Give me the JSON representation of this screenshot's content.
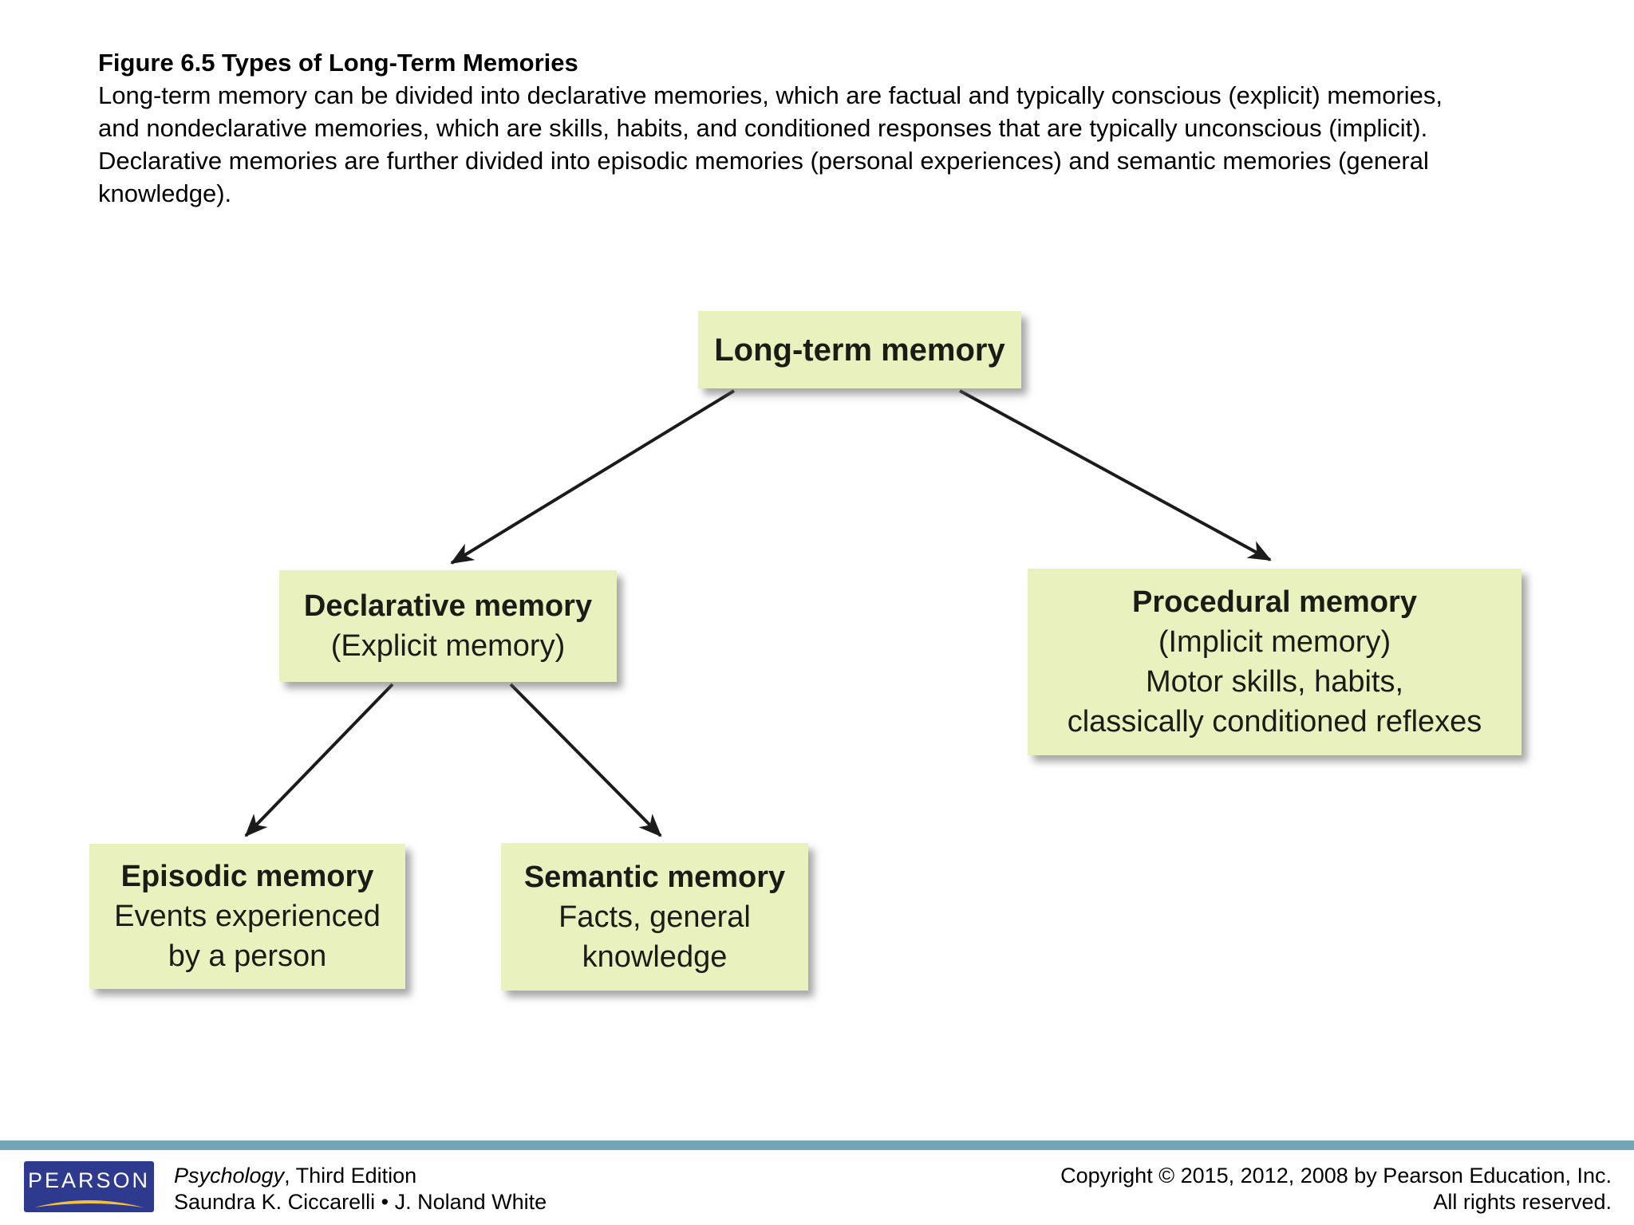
{
  "header": {
    "figure_title": "Figure 6.5 Types of Long-Term Memories",
    "description": "Long-term memory can be divided into declarative memories, which are factual and typically conscious (explicit) memories, and nondeclarative memories, which are skills, habits, and conditioned responses that are typically unconscious (implicit). Declarative memories are further divided into episodic memories (personal experiences) and semantic memories (general knowledge)."
  },
  "diagram": {
    "nodes": {
      "long_term": {
        "lines": [
          "Long-term memory"
        ]
      },
      "declarative": {
        "lines": [
          "Declarative memory",
          "(Explicit memory)"
        ]
      },
      "procedural": {
        "lines": [
          "Procedural memory",
          "(Implicit memory)",
          "Motor skills, habits,",
          "classically conditioned reflexes"
        ]
      },
      "episodic": {
        "lines": [
          "Episodic memory",
          "Events experienced",
          "by a person"
        ]
      },
      "semantic": {
        "lines": [
          "Semantic memory",
          "Facts, general",
          "knowledge"
        ]
      }
    },
    "colors": {
      "box_fill": "#e9f1bf",
      "box_text": "#1a1c16",
      "arrow": "#1b1b1b"
    }
  },
  "footer": {
    "logo_text": "PEARSON",
    "book_title_italic": "Psychology",
    "book_title_rest": ", Third Edition",
    "authors": "Saundra K. Ciccarelli • J. Noland White",
    "copyright_line1": "Copyright © 2015, 2012, 2008 by Pearson Education, Inc.",
    "copyright_line2": "All rights reserved.",
    "colors": {
      "divider_bar": "#73a6b4",
      "logo_bg": "#2d3a8d",
      "logo_swoosh": "#f2c23e"
    }
  }
}
